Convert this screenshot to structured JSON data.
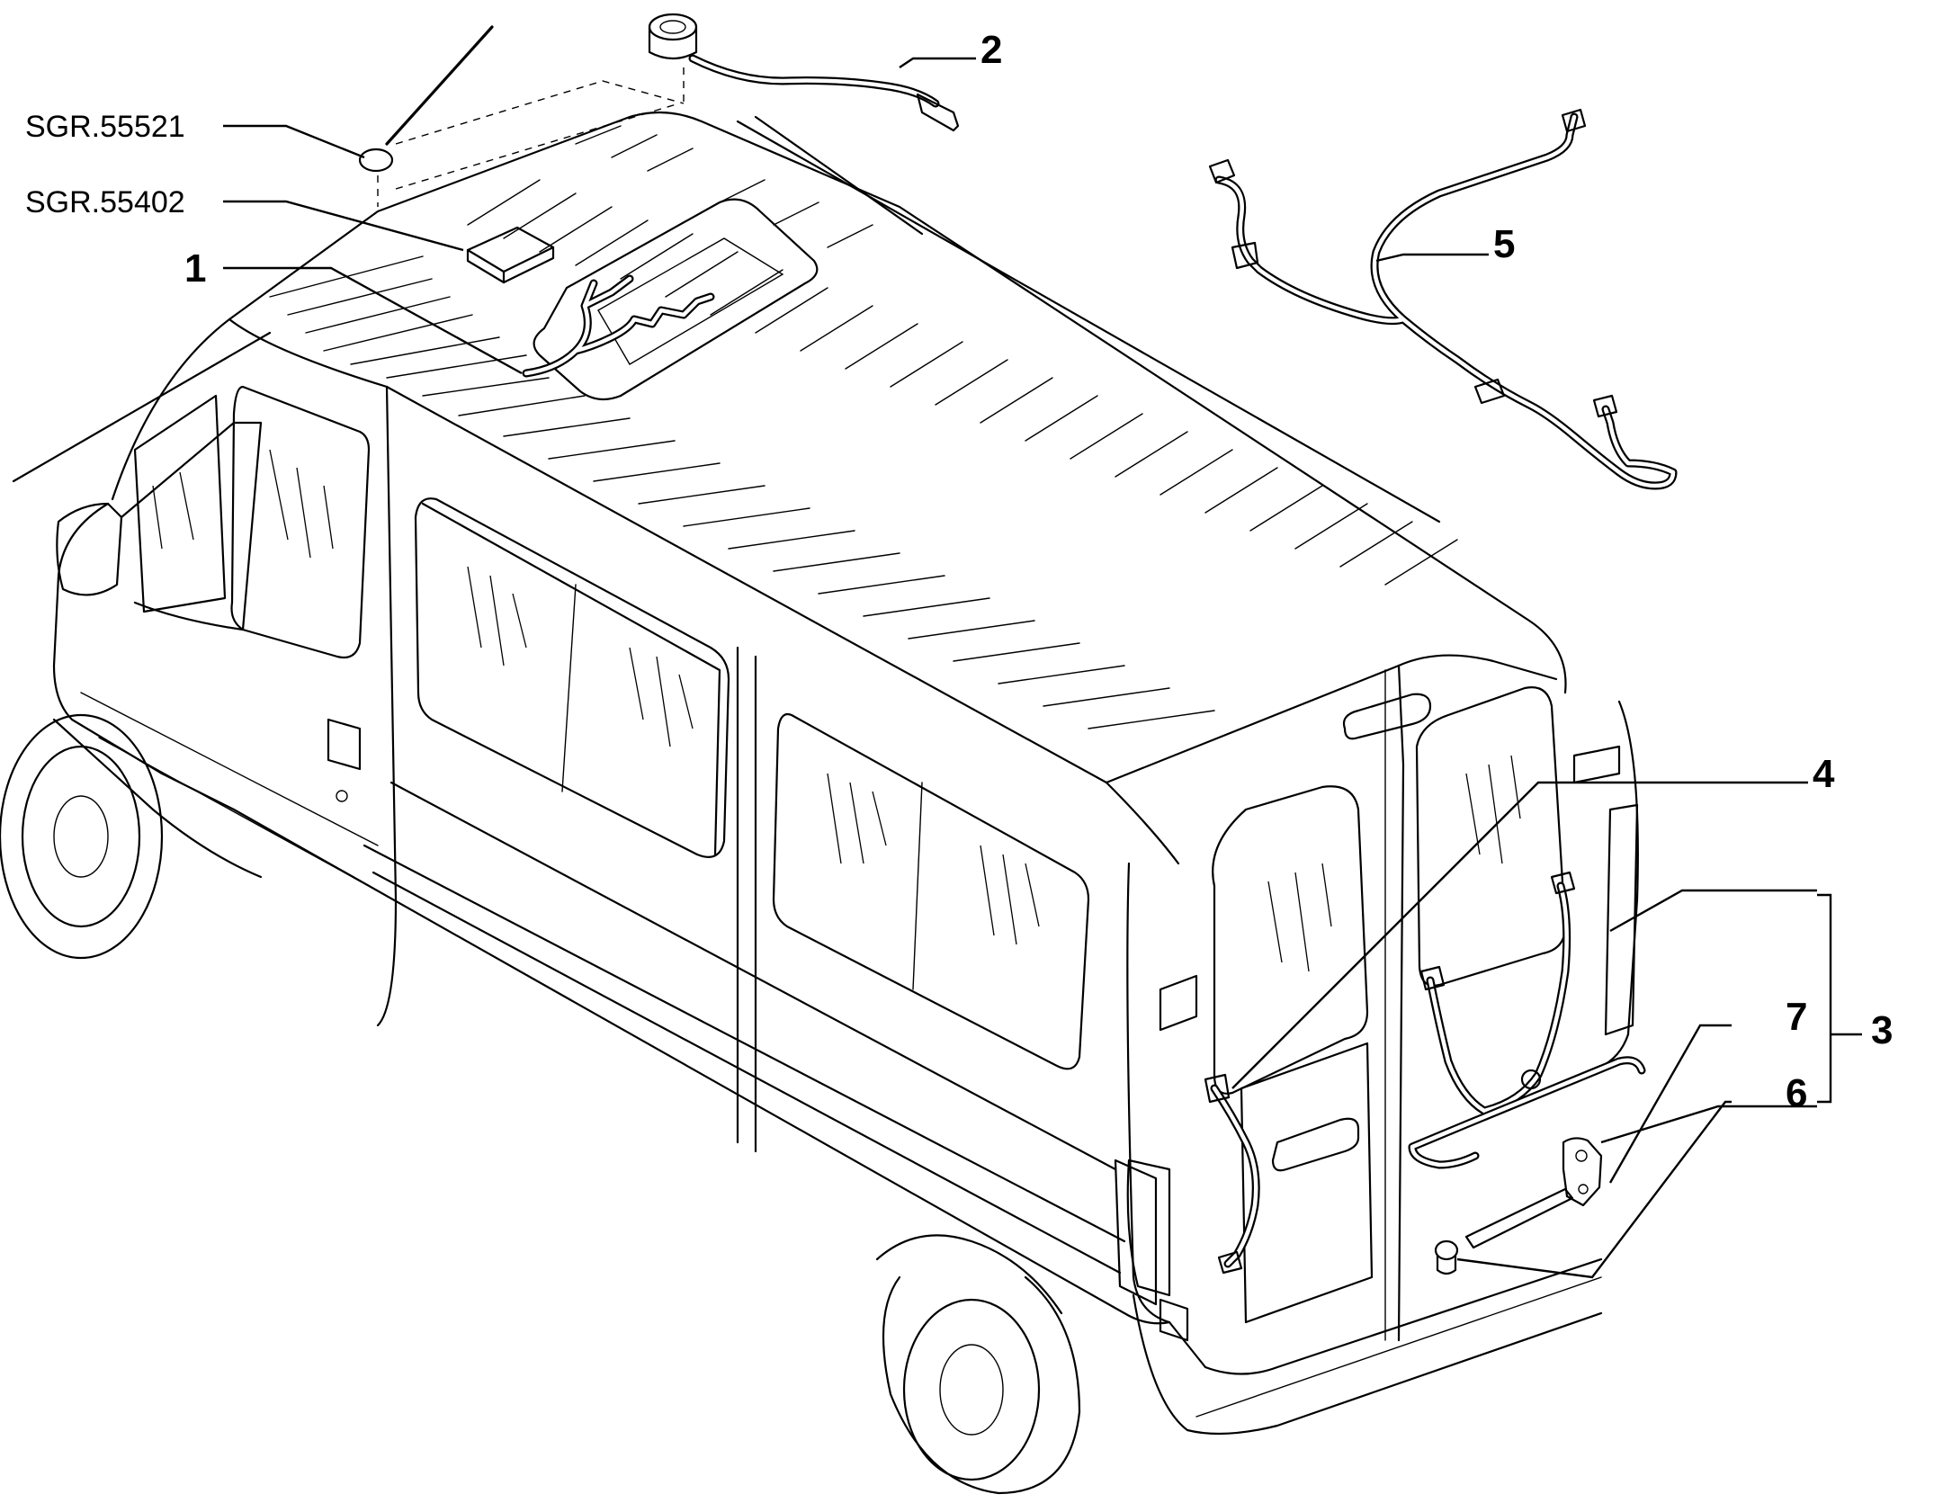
{
  "labels": {
    "ref_antenna": "SGR.55521",
    "ref_module": "SGR.55402",
    "item_1": "1",
    "item_2": "2",
    "item_3": "3",
    "item_4": "4",
    "item_5": "5",
    "item_6": "6",
    "item_7": "7"
  }
}
